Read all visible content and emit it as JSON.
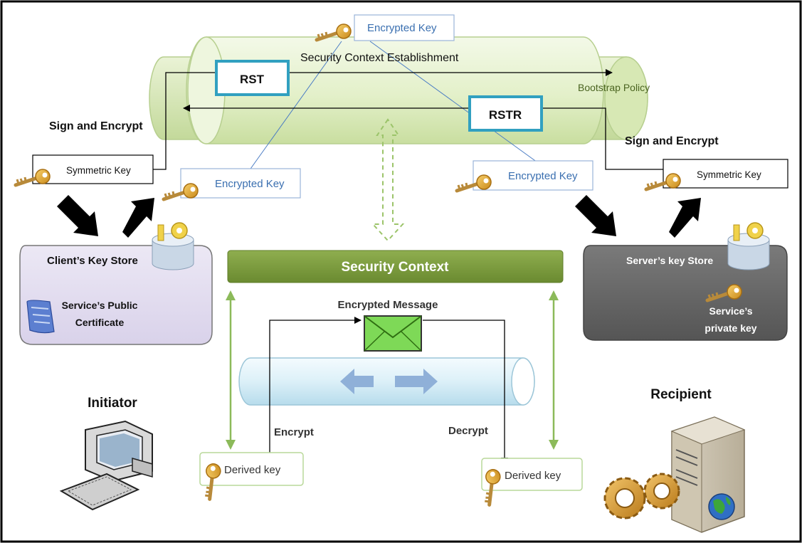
{
  "top_key": {
    "label": "Encrypted Key"
  },
  "tunnel": {
    "title": "Security Context Establishment",
    "rst_label": "RST",
    "rstr_label": "RSTR",
    "bootstrap_label": "Bootstrap Policy"
  },
  "client": {
    "sign_encrypt_label": "Sign and Encrypt",
    "symmetric_key_label": "Symmetric Key",
    "encrypted_key_label": "Encrypted Key",
    "key_store_title": "Client’s Key Store",
    "cert_line1": "Service’s Public",
    "cert_line2": "Certificate",
    "role_label": "Initiator",
    "derived_key_label": "Derived key",
    "encrypt_label": "Encrypt"
  },
  "server": {
    "sign_encrypt_label": "Sign and Encrypt",
    "symmetric_key_label": "Symmetric Key",
    "encrypted_key_label": "Encrypted Key",
    "key_store_title": "Server’s key Store",
    "private_key_line1": "Service’s",
    "private_key_line2": "private key",
    "role_label": "Recipient",
    "derived_key_label": "Derived key",
    "decrypt_label": "Decrypt"
  },
  "security_context": {
    "label": "Security Context"
  },
  "message": {
    "label": "Encrypted Message"
  },
  "colors": {
    "frame": "#000000",
    "tunnel_green": "#e3f2c8",
    "context_bar": "#77933c",
    "context_text": "#ffffff",
    "rst_border": "#31a0c0",
    "key_label_blue": "#3a6fb0",
    "client_store_fill": "#e4dff0",
    "server_store_fill": "#6b6b6b",
    "envelope_green": "#66cc33",
    "green_arrow": "#8cba5a",
    "data_pipe": "#dff1f8"
  },
  "icons": [
    "key-icon",
    "envelope-icon",
    "computer-icon",
    "server-icon",
    "gears-icon",
    "globe-icon",
    "certificate-icon",
    "key-store-cylinder-icon"
  ]
}
